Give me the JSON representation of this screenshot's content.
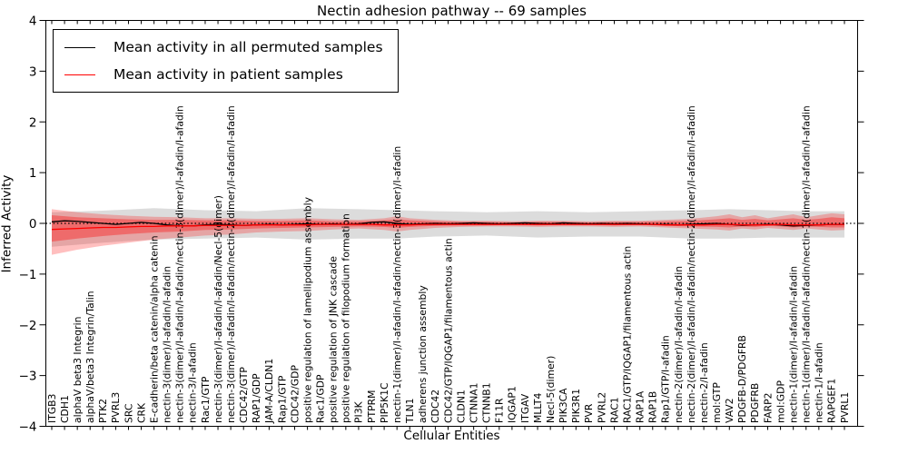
{
  "chart_data": {
    "type": "line",
    "title": "Nectin adhesion pathway -- 69 samples",
    "xlabel": "Cellular Entities",
    "ylabel": "Inferred Activity",
    "ylim": [
      -4,
      4
    ],
    "yticks": [
      4,
      3,
      2,
      1,
      0,
      -1,
      -2,
      -3,
      -4
    ],
    "ytick_labels": [
      "4",
      "3",
      "2",
      "1",
      "0",
      "−1",
      "−2",
      "−3",
      "−4"
    ],
    "grid": false,
    "legend": {
      "position": "upper left",
      "entries": [
        {
          "label": "Mean activity in all permuted samples",
          "color": "#000000"
        },
        {
          "label": "Mean activity in patient samples",
          "color": "#ff0000"
        }
      ]
    },
    "categories": [
      "ITGB3",
      "CDH1",
      "alphaV beta3 Integrin",
      "alphaV/beta3 Integrin/Talin",
      "PTK2",
      "PVRL3",
      "SRC",
      "CRK",
      "E-cadherin/beta catenin/alpha catenin",
      "nectin-3(dimer)/I-afadin/I-afadin",
      "nectin-3(dimer)/I-afadin/I-afadin/nectin-3(dimer)/I-afadin/I-afadin",
      "nectin-3/I-afadin",
      "Rac1/GTP",
      "nectin-3(dimer)/I-afadin/I-afadin/Necl-5(dimer)",
      "nectin-3(dimer)/I-afadin/I-afadin/nectin-2(dimer)/I-afadin/I-afadin",
      "CDC42/GTP",
      "RAP1/GDP",
      "JAM-A/CLDN1",
      "Rap1/GTP",
      "CDC42/GDP",
      "positive regulation of lamellipodium assembly",
      "Rac1/GDP",
      "positive regulation of JNK cascade",
      "positive regulation of filopodium formation",
      "PI3K",
      "PTPRM",
      "PIP5K1C",
      "nectin-1(dimer)/I-afadin/I-afadin/nectin-3(dimer)/I-afadin",
      "TLN1",
      "adherens junction assembly",
      "CDC42",
      "CDC42/GTP/IQGAP1/filamentous actin",
      "CLDN1",
      "CTNNA1",
      "CTNNB1",
      "F11R",
      "IQGAP1",
      "ITGAV",
      "MLLT4",
      "Necl-5(dimer)",
      "PIK3CA",
      "PIK3R1",
      "PVR",
      "PVRL2",
      "RAC1",
      "RAC1/GTP/IQGAP1/filamentous actin",
      "RAP1A",
      "RAP1B",
      "Rap1/GTP/I-afadin",
      "nectin-2(dimer)/I-afadin/I-afadin",
      "nectin-2(dimer)/I-afadin/I-afadin/nectin-2(dimer)/I-afadin/I-afadin",
      "nectin-2/I-afadin",
      "mol:GTP",
      "VAV2",
      "PDGFB-D/PDGFRB",
      "PDGFRB",
      "FARP2",
      "mol:GDP",
      "nectin-1(dimer)/I-afadin/I-afadin",
      "nectin-1(dimer)/I-afadin/I-afadin/nectin-1(dimer)/I-afadin/I-afadin",
      "nectin-1/I-afadin",
      "RAPGEF1",
      "PVRL1"
    ],
    "series": [
      {
        "name": "Mean activity in all permuted samples",
        "color": "#000000",
        "values": [
          0.03,
          0.05,
          0.04,
          0.02,
          0.0,
          -0.02,
          0.0,
          0.02,
          0.0,
          -0.03,
          -0.05,
          -0.05,
          -0.03,
          -0.02,
          -0.03,
          -0.04,
          -0.03,
          -0.02,
          -0.03,
          -0.02,
          -0.01,
          -0.02,
          -0.01,
          -0.02,
          -0.01,
          0.02,
          0.03,
          0.0,
          -0.02,
          -0.01,
          0.0,
          -0.01,
          0.0,
          0.01,
          0.0,
          -0.01,
          0.0,
          0.01,
          0.0,
          -0.01,
          0.01,
          0.0,
          -0.01,
          0.0,
          -0.01,
          0.0,
          -0.01,
          -0.02,
          -0.02,
          -0.03,
          -0.02,
          -0.01,
          0.0,
          -0.02,
          -0.04,
          -0.03,
          -0.02,
          -0.03,
          -0.05,
          -0.04,
          -0.03,
          -0.02,
          -0.02
        ]
      },
      {
        "name": "Mean activity in patient samples",
        "color": "#ff0000",
        "values": [
          -0.12,
          -0.11,
          -0.1,
          -0.09,
          -0.08,
          -0.08,
          -0.07,
          -0.06,
          -0.06,
          -0.05,
          -0.05,
          -0.05,
          -0.04,
          -0.04,
          -0.04,
          -0.04,
          -0.03,
          -0.03,
          -0.03,
          -0.03,
          -0.03,
          -0.02,
          -0.02,
          -0.02,
          -0.02,
          -0.02,
          -0.03,
          -0.03,
          -0.03,
          -0.02,
          -0.02,
          -0.02,
          -0.02,
          -0.02,
          -0.02,
          -0.02,
          -0.02,
          -0.02,
          -0.02,
          -0.02,
          -0.02,
          -0.02,
          -0.02,
          -0.02,
          -0.02,
          -0.02,
          -0.02,
          -0.02,
          -0.03,
          -0.03,
          -0.03,
          -0.03,
          -0.02,
          -0.02,
          -0.03,
          -0.03,
          -0.03,
          -0.02,
          -0.03,
          -0.03,
          -0.03,
          -0.02,
          -0.02
        ]
      }
    ],
    "bands": [
      {
        "name": "permuted-envelope",
        "color": "#808080",
        "opacity": 0.28,
        "points": [
          [
            0,
            0.22,
            -0.46
          ],
          [
            4,
            0.25,
            -0.38
          ],
          [
            8,
            0.3,
            -0.32
          ],
          [
            12,
            0.26,
            -0.3
          ],
          [
            16,
            0.24,
            -0.28
          ],
          [
            20,
            0.3,
            -0.32
          ],
          [
            24,
            0.28,
            -0.3
          ],
          [
            27,
            0.26,
            -0.3
          ],
          [
            30,
            0.24,
            -0.26
          ],
          [
            34,
            0.22,
            -0.24
          ],
          [
            38,
            0.24,
            -0.28
          ],
          [
            42,
            0.22,
            -0.26
          ],
          [
            46,
            0.24,
            -0.26
          ],
          [
            50,
            0.26,
            -0.3
          ],
          [
            53,
            0.28,
            -0.3
          ],
          [
            56,
            0.26,
            -0.28
          ],
          [
            59,
            0.24,
            -0.28
          ],
          [
            62,
            0.24,
            -0.28
          ]
        ]
      },
      {
        "name": "patient-envelope-outer",
        "color": "#ff0000",
        "opacity": 0.25,
        "points": [
          [
            0,
            0.28,
            -0.62
          ],
          [
            2,
            0.22,
            -0.52
          ],
          [
            4,
            0.18,
            -0.44
          ],
          [
            6,
            0.15,
            -0.38
          ],
          [
            8,
            0.13,
            -0.32
          ],
          [
            10,
            0.12,
            -0.28
          ],
          [
            12,
            0.1,
            -0.24
          ],
          [
            14,
            0.1,
            -0.22
          ],
          [
            16,
            0.09,
            -0.18
          ],
          [
            18,
            0.09,
            -0.16
          ],
          [
            20,
            0.1,
            -0.15
          ],
          [
            22,
            0.08,
            -0.12
          ],
          [
            24,
            0.07,
            -0.1
          ],
          [
            26,
            0.1,
            -0.13
          ],
          [
            27,
            0.14,
            -0.16
          ],
          [
            28,
            0.1,
            -0.13
          ],
          [
            30,
            0.07,
            -0.09
          ],
          [
            32,
            0.05,
            -0.07
          ],
          [
            34,
            0.05,
            -0.06
          ],
          [
            36,
            0.04,
            -0.06
          ],
          [
            38,
            0.05,
            -0.07
          ],
          [
            40,
            0.05,
            -0.06
          ],
          [
            42,
            0.04,
            -0.06
          ],
          [
            44,
            0.05,
            -0.07
          ],
          [
            46,
            0.05,
            -0.06
          ],
          [
            48,
            0.07,
            -0.08
          ],
          [
            50,
            0.09,
            -0.1
          ],
          [
            52,
            0.14,
            -0.12
          ],
          [
            53,
            0.18,
            -0.14
          ],
          [
            54,
            0.12,
            -0.1
          ],
          [
            55,
            0.16,
            -0.12
          ],
          [
            56,
            0.1,
            -0.09
          ],
          [
            57,
            0.14,
            -0.11
          ],
          [
            58,
            0.18,
            -0.13
          ],
          [
            59,
            0.12,
            -0.1
          ],
          [
            60,
            0.16,
            -0.12
          ],
          [
            61,
            0.2,
            -0.14
          ],
          [
            62,
            0.18,
            -0.13
          ]
        ]
      },
      {
        "name": "patient-envelope-inner",
        "color": "#ff0000",
        "opacity": 0.35,
        "points": [
          [
            0,
            0.16,
            -0.36
          ],
          [
            2,
            0.12,
            -0.3
          ],
          [
            4,
            0.1,
            -0.25
          ],
          [
            6,
            0.08,
            -0.21
          ],
          [
            8,
            0.07,
            -0.18
          ],
          [
            10,
            0.07,
            -0.16
          ],
          [
            12,
            0.06,
            -0.13
          ],
          [
            14,
            0.06,
            -0.12
          ],
          [
            16,
            0.05,
            -0.1
          ],
          [
            18,
            0.05,
            -0.09
          ],
          [
            20,
            0.06,
            -0.08
          ],
          [
            22,
            0.04,
            -0.07
          ],
          [
            24,
            0.04,
            -0.06
          ],
          [
            26,
            0.06,
            -0.07
          ],
          [
            27,
            0.08,
            -0.09
          ],
          [
            28,
            0.06,
            -0.07
          ],
          [
            30,
            0.04,
            -0.05
          ],
          [
            32,
            0.03,
            -0.04
          ],
          [
            34,
            0.03,
            -0.04
          ],
          [
            36,
            0.02,
            -0.03
          ],
          [
            38,
            0.03,
            -0.04
          ],
          [
            40,
            0.03,
            -0.03
          ],
          [
            42,
            0.02,
            -0.03
          ],
          [
            44,
            0.03,
            -0.04
          ],
          [
            46,
            0.03,
            -0.03
          ],
          [
            48,
            0.04,
            -0.05
          ],
          [
            50,
            0.05,
            -0.06
          ],
          [
            52,
            0.08,
            -0.07
          ],
          [
            53,
            0.1,
            -0.08
          ],
          [
            54,
            0.07,
            -0.06
          ],
          [
            55,
            0.09,
            -0.07
          ],
          [
            56,
            0.06,
            -0.05
          ],
          [
            57,
            0.08,
            -0.06
          ],
          [
            58,
            0.1,
            -0.08
          ],
          [
            59,
            0.07,
            -0.06
          ],
          [
            60,
            0.09,
            -0.07
          ],
          [
            61,
            0.12,
            -0.08
          ],
          [
            62,
            0.1,
            -0.08
          ]
        ]
      }
    ],
    "zero_line": {
      "y": 0,
      "style": "dotted",
      "color": "#000000"
    }
  }
}
